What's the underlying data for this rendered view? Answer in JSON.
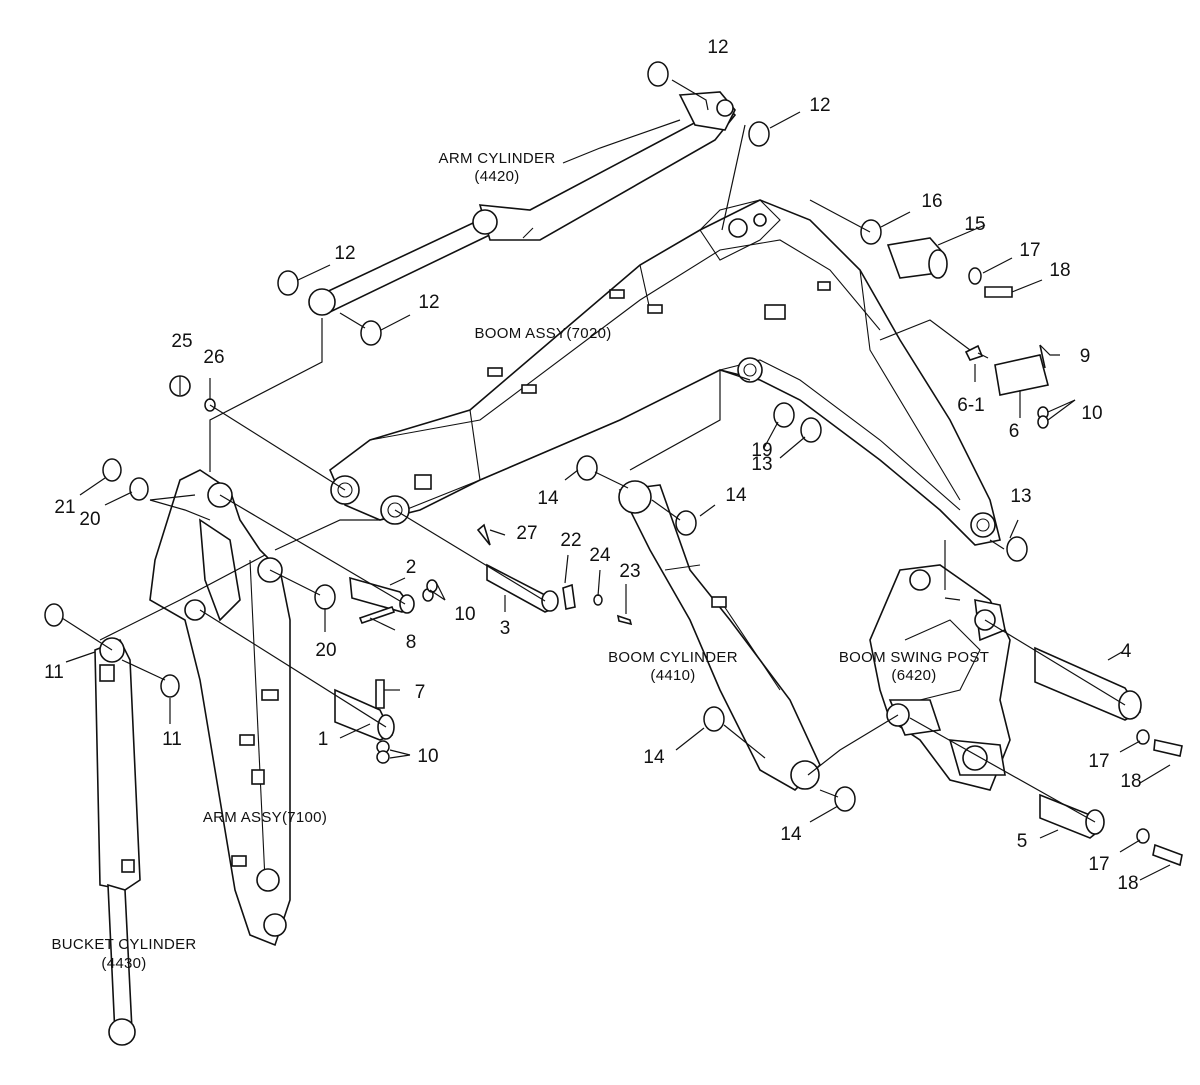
{
  "assemblies": {
    "arm_cylinder": {
      "name": "ARM CYLINDER",
      "code": "(4420)"
    },
    "boom_assy": {
      "name": "BOOM ASSY(7020)"
    },
    "boom_cylinder": {
      "name": "BOOM CYLINDER",
      "code": "(4410)"
    },
    "boom_swing_post": {
      "name": "BOOM SWING POST",
      "code": "(6420)"
    },
    "arm_assy": {
      "name": "ARM ASSY(7100)"
    },
    "bucket_cylinder": {
      "name": "BUCKET CYLINDER",
      "code": "(4430)"
    }
  },
  "callouts": [
    "12",
    "12",
    "12",
    "12",
    "16",
    "15",
    "17",
    "18",
    "25",
    "26",
    "9",
    "6-1",
    "6",
    "10",
    "19",
    "13",
    "13",
    "14",
    "14",
    "27",
    "22",
    "24",
    "23",
    "21",
    "20",
    "2",
    "10",
    "3",
    "8",
    "20",
    "7",
    "1",
    "10",
    "11",
    "11",
    "4",
    "17",
    "18",
    "14",
    "14",
    "5",
    "17",
    "18"
  ]
}
